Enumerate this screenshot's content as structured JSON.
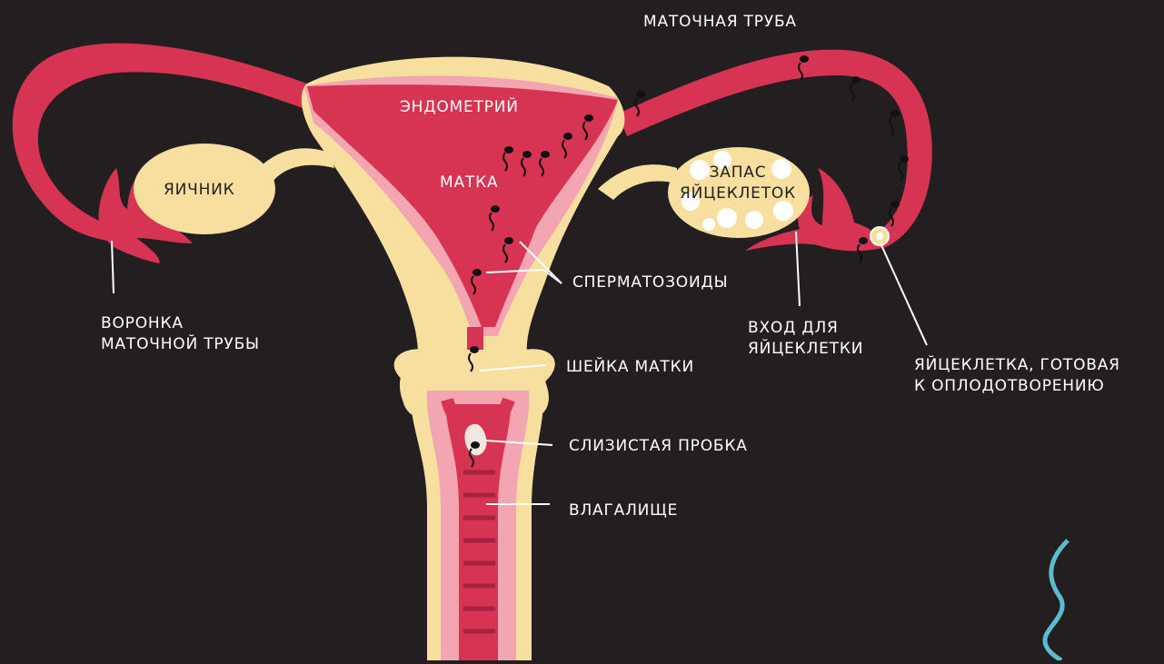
{
  "colors": {
    "background": "#231f20",
    "tissue": "#d63452",
    "tissue_dark": "#a8213f",
    "endometrium": "#f3a6b2",
    "outer_wall": "#f7dfa0",
    "label_text": "#ffffff",
    "leader_line": "#ffffff",
    "sperm": "#111111",
    "accent_squiggle": "#5bbcd0"
  },
  "labels": {
    "fallopian_tube": "МАТОЧНАЯ ТРУБА",
    "endometrium": "ЭНДОМЕТРИЙ",
    "uterus": "МАТКА",
    "ovary_left": "ЯИЧНИК",
    "egg_reserve_line1": "ЗАПАС",
    "egg_reserve_line2": "ЯЙЦЕКЛЕТОК",
    "sperm": "СПЕРМАТОЗОИДЫ",
    "infundibulum_line1": "ВОРОНКА",
    "infundibulum_line2": "МАТОЧНОЙ ТРУБЫ",
    "egg_entry_line1": "ВХОД ДЛЯ",
    "egg_entry_line2": "ЯЙЦЕКЛЕТКИ",
    "egg_ready_line1": "ЯЙЦЕКЛЕТКА, ГОТОВАЯ",
    "egg_ready_line2": "К ОПЛОДОТВОРЕНИЮ",
    "cervix": "ШЕЙКА МАТКИ",
    "mucus_plug": "СЛИЗИСТАЯ ПРОБКА",
    "vagina": "ВЛАГАЛИЩЕ"
  }
}
